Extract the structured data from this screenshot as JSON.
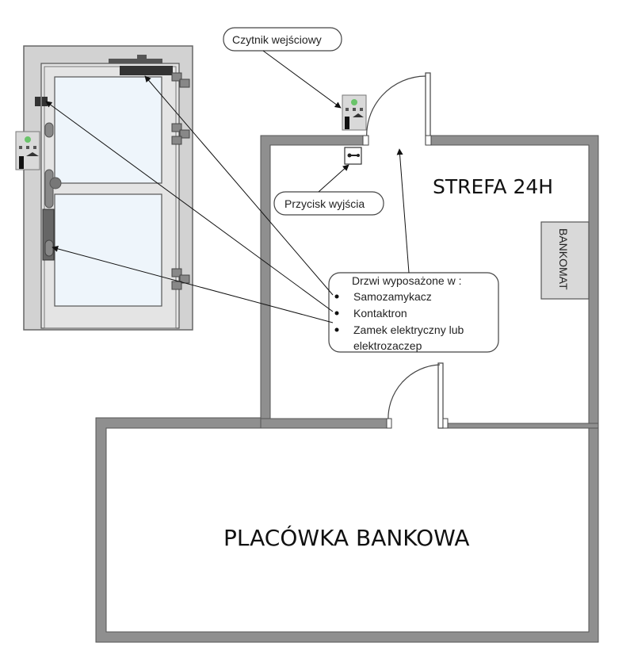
{
  "labels": {
    "entry_reader": "Czytnik wejściowy",
    "exit_button": "Przycisk wyjścia",
    "zone_24h": "STREFA 24H",
    "atm": "BANKOMAT",
    "bank_branch": "PLACÓWKA BANKOWA"
  },
  "door_equipment": {
    "heading": "Drzwi wyposażone w :",
    "items": [
      "Samozamykacz",
      "Kontaktron",
      "Zamek elektryczny lub",
      "elektrozaczep"
    ]
  },
  "colors": {
    "wall": "#8c8c8c",
    "wall_stroke": "#555555",
    "door_frame": "#d0d0d0",
    "glass": "#ecf4fb",
    "dark_hardware": "#333333"
  }
}
